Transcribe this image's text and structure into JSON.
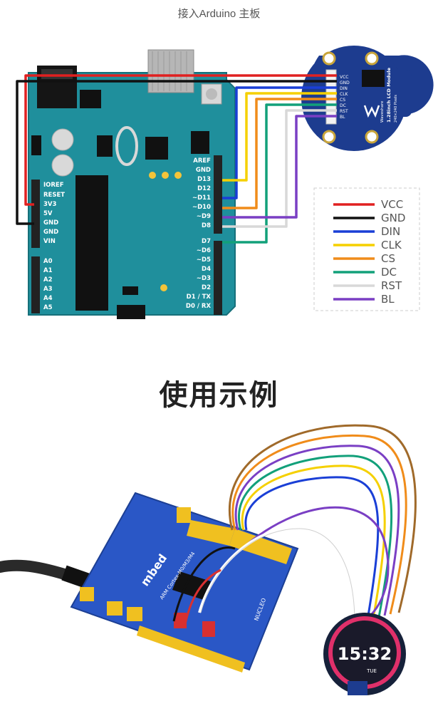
{
  "caption": "接入Arduino 主板",
  "heading": "使用示例",
  "colors": {
    "board": "#1f8f9c",
    "lcd_board": "#1d3c8f",
    "VCC": "#e02020",
    "GND": "#111111",
    "DIN": "#1a3fd6",
    "CLK": "#f5d000",
    "CS": "#f08c1a",
    "DC": "#12a07a",
    "RST": "#d8d8d8",
    "BL": "#7a3fc4"
  },
  "arduino": {
    "left_pins": [
      "IOREF",
      "RESET",
      "3V3",
      "5V",
      "GND",
      "GND",
      "VIN"
    ],
    "analog_pins": [
      "A0",
      "A1",
      "A2",
      "A3",
      "A4",
      "A5"
    ],
    "right_pins": [
      "AREF",
      "GND",
      "D13",
      "D12",
      "~D11",
      "~D10",
      "~D9",
      "D8",
      "D7",
      "~D6",
      "~D5",
      "D4",
      "~D3",
      "D2",
      "D1 / TX",
      "D0 / RX"
    ]
  },
  "lcd_module": {
    "pins": [
      "VCC",
      "GND",
      "DIN",
      "CLK",
      "CS",
      "DC",
      "RST",
      "BL"
    ],
    "title": "1.28inch LCD Module",
    "subtitle": "240×240 Pixels",
    "brand": "Waveshare"
  },
  "legend": [
    {
      "label": "VCC",
      "color": "#e02020"
    },
    {
      "label": "GND",
      "color": "#111111"
    },
    {
      "label": "DIN",
      "color": "#1a3fd6"
    },
    {
      "label": "CLK",
      "color": "#f5d000"
    },
    {
      "label": "CS",
      "color": "#f08c1a"
    },
    {
      "label": "DC",
      "color": "#12a07a"
    },
    {
      "label": "RST",
      "color": "#d8d8d8"
    },
    {
      "label": "BL",
      "color": "#7a3fc4"
    }
  ],
  "photo": {
    "board_text": "mbed",
    "board_subtext": "ARM Cortex-M0/M3/M4",
    "nucleo_text": "NUCLEO",
    "display_time": "15:32",
    "display_day": "TUE"
  }
}
